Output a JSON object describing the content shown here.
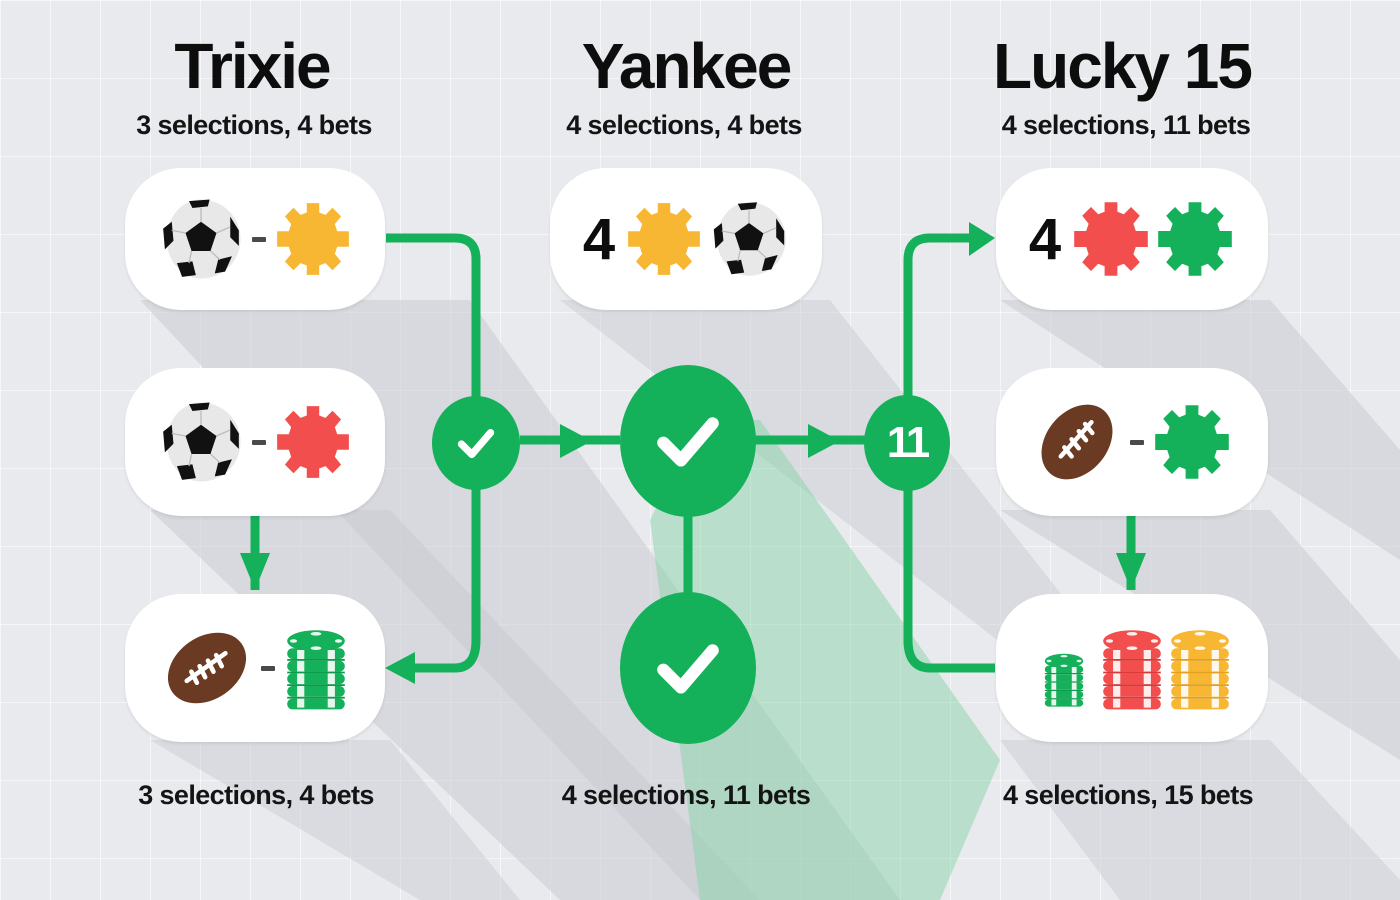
{
  "colors": {
    "background": "#e9eaee",
    "connector_green": "#14b05a",
    "chip_yellow": "#f7b733",
    "chip_red": "#f24e4e",
    "chip_green": "#14b05a",
    "football_brown": "#6b3a22",
    "text": "#0d0d0d"
  },
  "columns": [
    {
      "id": "trixie",
      "title": "Trixie",
      "subtitle": "3 selections, 4 bets",
      "footer": "3 selections, 4 bets",
      "cards": [
        {
          "icons": [
            "soccer-ball",
            "dash",
            "chip-yellow"
          ]
        },
        {
          "icons": [
            "soccer-ball",
            "dash",
            "chip-red"
          ]
        },
        {
          "icons": [
            "american-football",
            "dash",
            "chip-stack-green"
          ]
        }
      ]
    },
    {
      "id": "yankee",
      "title": "Yankee",
      "subtitle": "4 selections, 4 bets",
      "footer": "4 selections, 11 bets",
      "cards": [
        {
          "number": "4",
          "icons": [
            "chip-yellow",
            "soccer-ball"
          ]
        }
      ]
    },
    {
      "id": "lucky15",
      "title": "Lucky 15",
      "subtitle": "4 selections, 11 bets",
      "footer": "4 selections, 15 bets",
      "cards": [
        {
          "number": "4",
          "icons": [
            "chip-red",
            "chip-green"
          ]
        },
        {
          "icons": [
            "american-football",
            "dash",
            "chip-green"
          ]
        },
        {
          "icons": [
            "chip-stack-green",
            "chip-stack-red",
            "chip-stack-yellow"
          ]
        }
      ]
    }
  ],
  "nodes": [
    {
      "id": "trixie-node",
      "icon": "check-icon"
    },
    {
      "id": "yankee-node-main",
      "icon": "check-icon"
    },
    {
      "id": "yankee-node-lower",
      "icon": "check-icon"
    },
    {
      "id": "lucky15-node",
      "label": "11"
    }
  ]
}
